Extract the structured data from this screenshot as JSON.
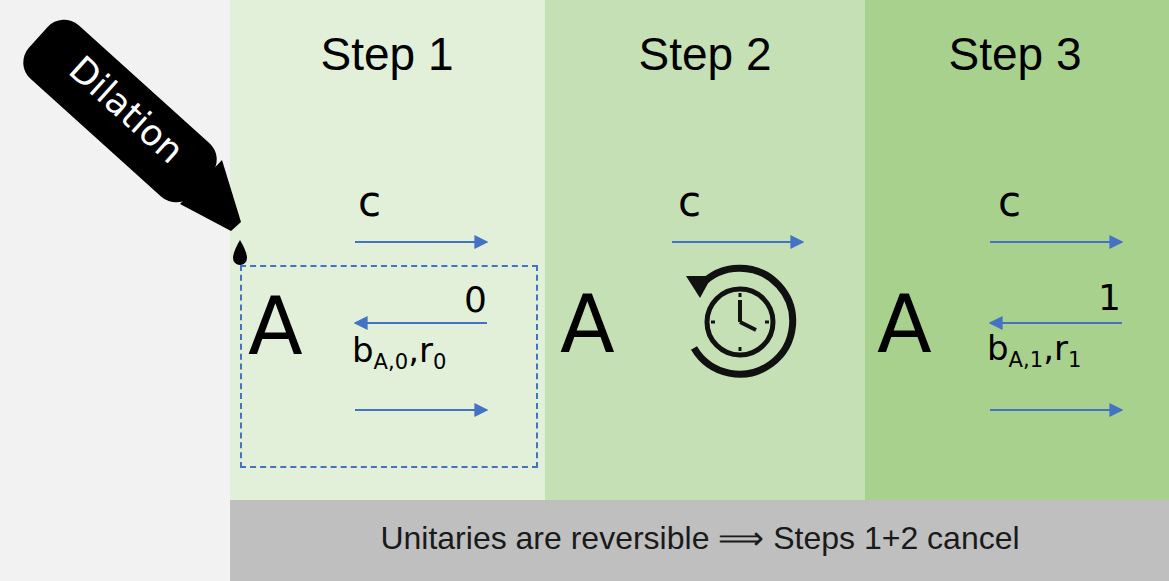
{
  "diagram": {
    "nodes": [
      {
        "text": [
          "Dilation"
        ]
      },
      {
        "text": [
          "Step 1",
          "c"
        ]
      },
      {
        "text": [
          "A",
          "0",
          "bA,0,r0"
        ],
        "in": 1
      },
      {
        "text": [
          "Step 2",
          "c",
          "A"
        ]
      },
      {
        "text": [
          "Step 3",
          "c",
          "A",
          "1",
          "bA,1,r1"
        ]
      },
      {
        "text": [
          "Unitaries are reversible ⟹ Steps 1+2 cancel"
        ]
      }
    ]
  }
}
